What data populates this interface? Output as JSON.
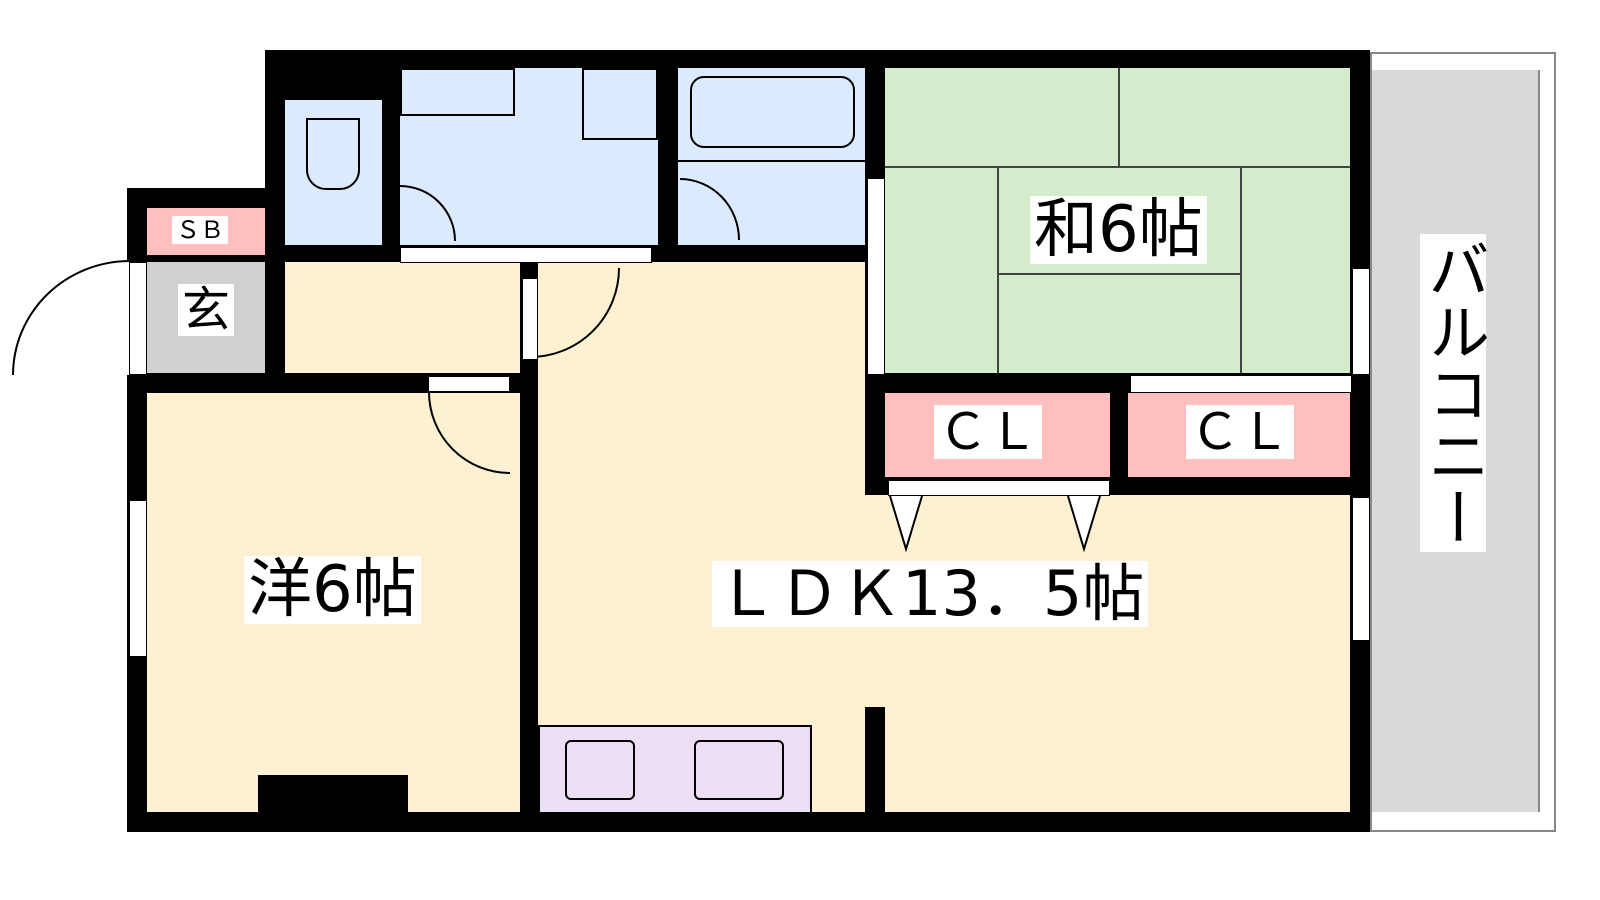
{
  "rooms": {
    "japanese": "和6帖",
    "western": "洋6帖",
    "ldk": "ＬＤＫ13．5帖",
    "balcony": "バルコニー",
    "entrance": "玄",
    "shoebox": "ＳＢ",
    "closet1": "ＣＬ",
    "closet2": "ＣＬ"
  },
  "colors": {
    "wet": "#dbeaff",
    "living": "#fdf1d2",
    "tatami": "#d4ebcc",
    "storage": "#ffbfbf",
    "kitchen": "#ecdff5"
  }
}
